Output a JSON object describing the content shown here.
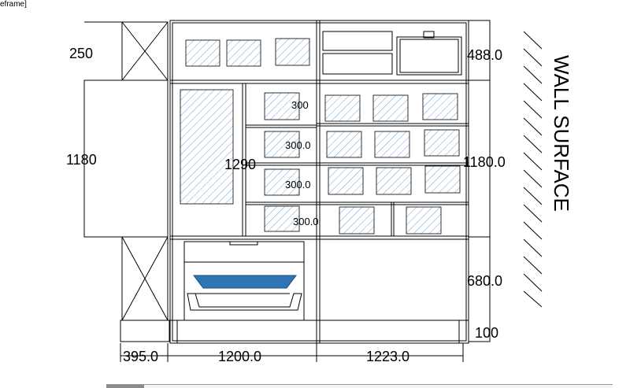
{
  "view_label": "eframe]",
  "wall_label": "WALL SURFACE",
  "dims": {
    "left_top_height": "250",
    "left_mid_height": "1180",
    "center_height": "1290",
    "small_shelf_1": "300",
    "small_shelf_2": "300.0",
    "small_shelf_3": "300.0",
    "small_shelf_4": "300.0",
    "right_top_height": "488.0",
    "right_mid_height": "1180.0",
    "right_low_height": "680.0",
    "plinth_height": "100",
    "width_left": "395.0",
    "width_center": "1200.0",
    "width_right": "1223.0"
  },
  "colors": {
    "line": "#000000",
    "glass_hatch": "#5b9bd5",
    "tv_fill": "#2e75b6"
  }
}
